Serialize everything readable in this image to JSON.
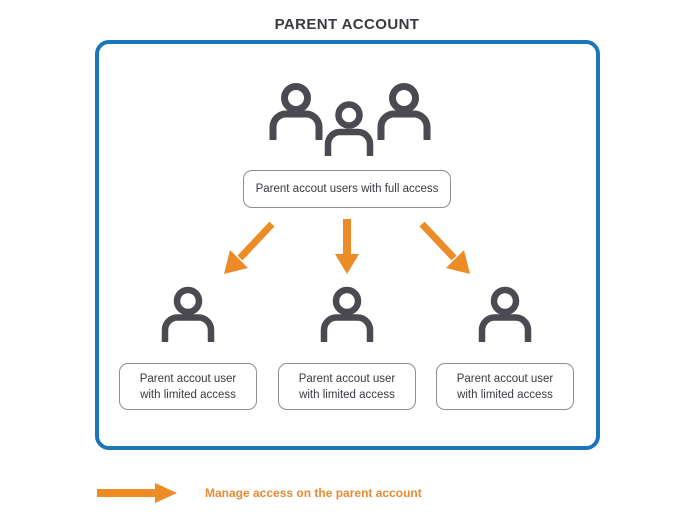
{
  "title": "PARENT ACCOUNT",
  "colors": {
    "frame_blue": "#1a76ba",
    "arrow_orange": "#ED8B26",
    "icon_gray": "#4a4a50",
    "box_border_gray": "#8e8e93",
    "text_gray": "#3a3a40",
    "legend_text_orange": "#e78b33"
  },
  "top_group": {
    "icons": [
      {
        "name": "person-icon-left",
        "size": "large"
      },
      {
        "name": "person-icon-center",
        "size": "small"
      },
      {
        "name": "person-icon-right",
        "size": "large"
      }
    ],
    "label": "Parent accout users with full access"
  },
  "arrows": [
    {
      "name": "arrow-down-left",
      "direction": "down-left"
    },
    {
      "name": "arrow-down",
      "direction": "down"
    },
    {
      "name": "arrow-down-right",
      "direction": "down-right"
    }
  ],
  "limited_users": [
    {
      "icon": "person-icon",
      "label": "Parent accout user\nwith limited access"
    },
    {
      "icon": "person-icon",
      "label": "Parent accout user\nwith limited access"
    },
    {
      "icon": "person-icon",
      "label": "Parent accout user\nwith limited access"
    }
  ],
  "legend": {
    "icon": "arrow-right-icon",
    "label": "Manage access on the parent account"
  }
}
